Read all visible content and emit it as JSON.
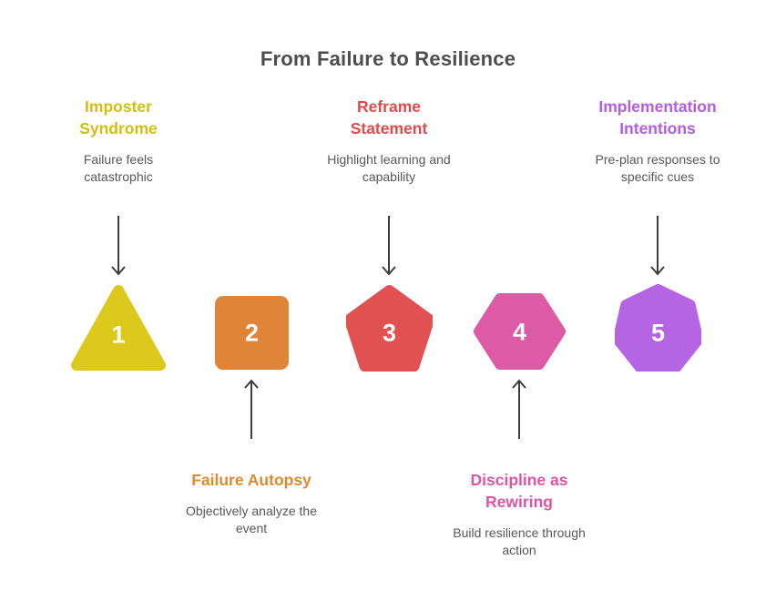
{
  "title": "From Failure to Resilience",
  "steps": [
    {
      "number": "1",
      "shape": "triangle",
      "shape_color": "#dcc91c",
      "label": "Imposter Syndrome",
      "label_color": "#d4be16",
      "description": "Failure feels catastrophic",
      "label_position": "top"
    },
    {
      "number": "2",
      "shape": "square",
      "shape_color": "#e08437",
      "label": "Failure Autopsy",
      "label_color": "#e08a30",
      "description": "Objectively analyze the event",
      "label_position": "bottom"
    },
    {
      "number": "3",
      "shape": "pentagon",
      "shape_color": "#e25151",
      "label": "Reframe Statement",
      "label_color": "#e14b4b",
      "description": "Highlight learning and capability",
      "label_position": "top"
    },
    {
      "number": "4",
      "shape": "hexagon",
      "shape_color": "#dd5aa6",
      "label": "Discipline as Rewiring",
      "label_color": "#de55a7",
      "description": "Build resilience through action",
      "label_position": "bottom"
    },
    {
      "number": "5",
      "shape": "heptagon",
      "shape_color": "#b565e3",
      "label": "Implementation Intentions",
      "label_color": "#b55ce2",
      "description": "Pre-plan responses to specific cues",
      "label_position": "top"
    }
  ],
  "text_colors": {
    "title": "#4d4d4d",
    "description": "#58585a",
    "arrow": "#3d3d3d",
    "number": "#ffffff"
  }
}
